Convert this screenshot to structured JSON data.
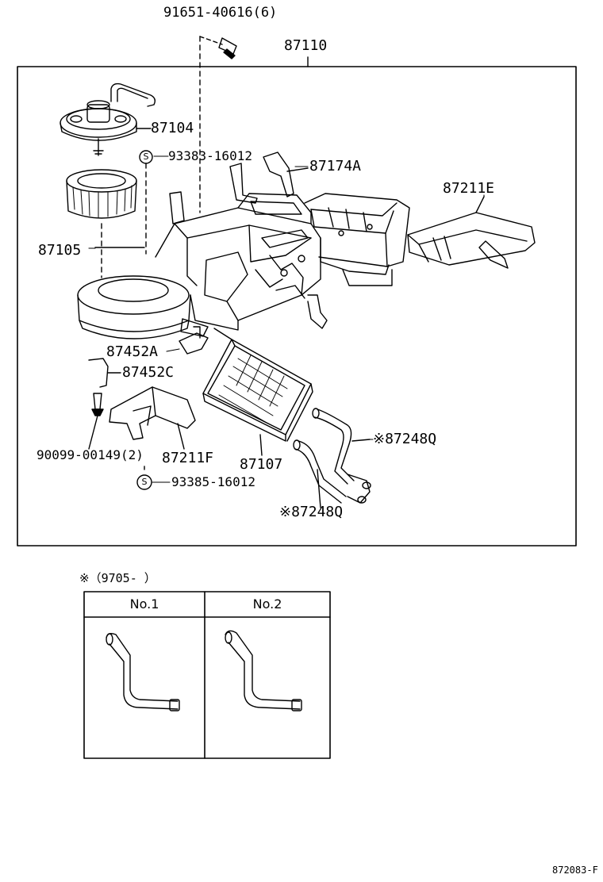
{
  "diagram": {
    "labels": {
      "bolt": "91651-40616(6)",
      "unit": "87110",
      "motor": "87104",
      "screw_a": "93383-16012",
      "bracket": "87174A",
      "duct_e": "87211E",
      "wheel": "87105",
      "clip_a": "87452A",
      "clip_c": "87452C",
      "clip_screw": "90099-00149(2)",
      "duct_f": "87211F",
      "heater_core": "87107",
      "pipe_upper": "※87248Q",
      "pipe_lower": "※87248Q",
      "screw_b": "93385-16012"
    },
    "s_mark": "S",
    "note": "※（9705-        ）",
    "table": {
      "col1": "No.1",
      "col2": "No.2"
    },
    "footer": "872083-F"
  }
}
